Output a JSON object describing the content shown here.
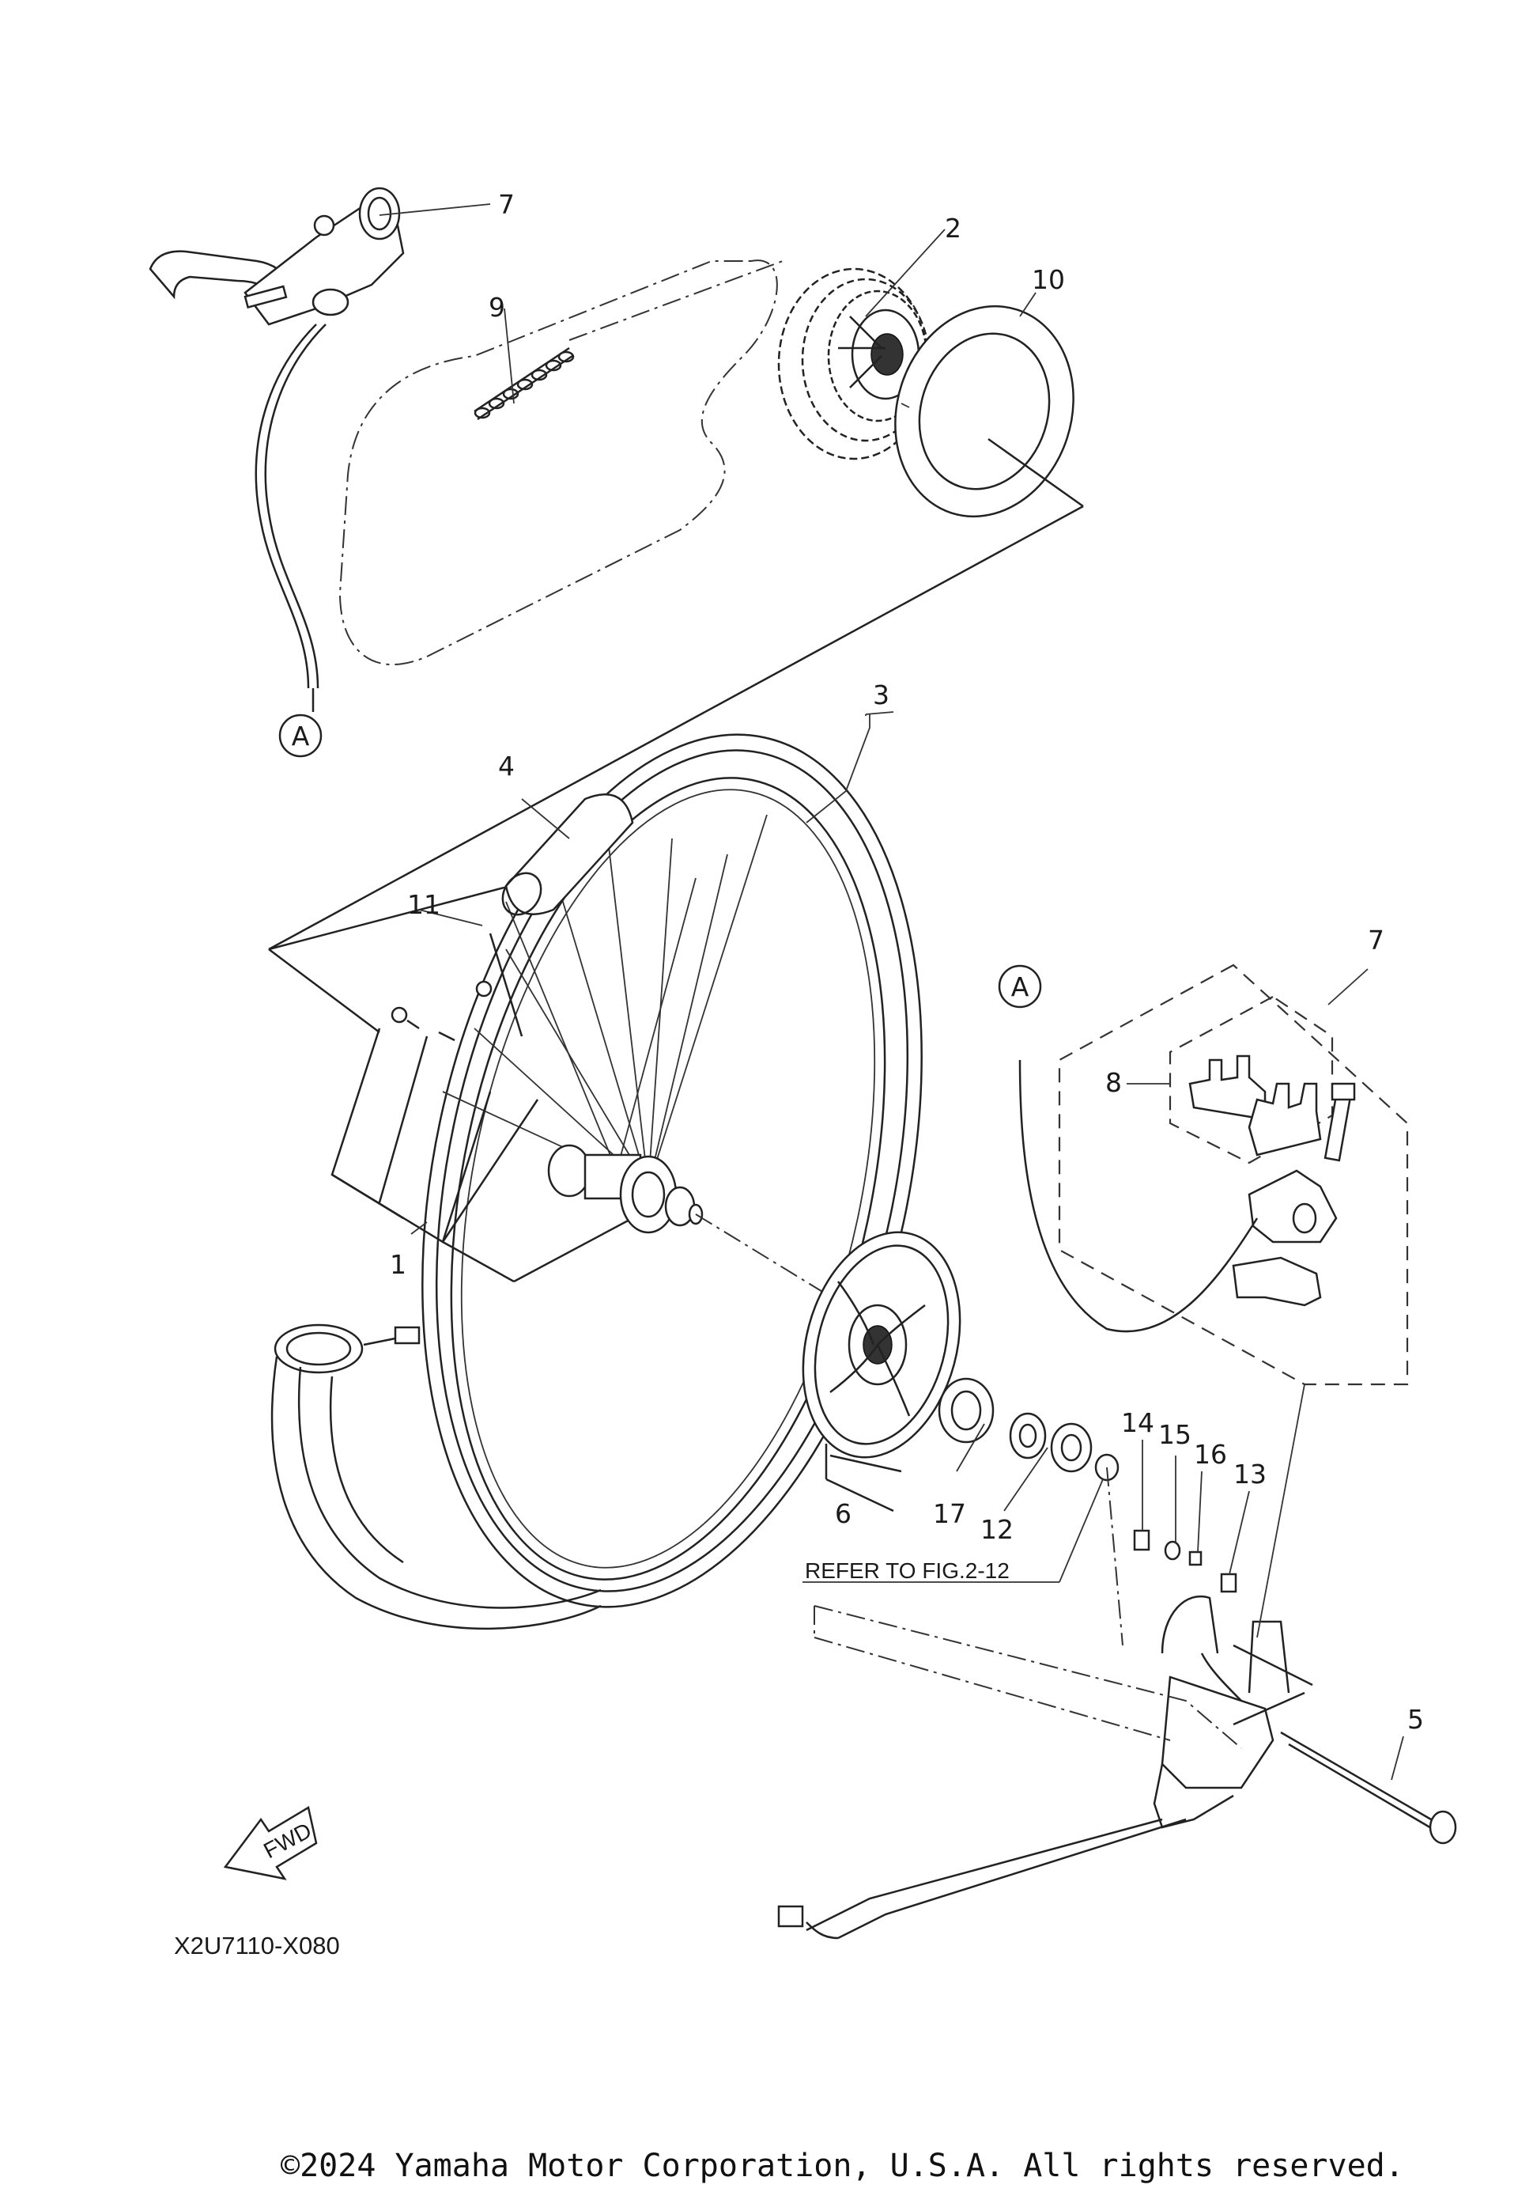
{
  "labels": {
    "l1": "1",
    "l2": "2",
    "l3": "3",
    "l4": "4",
    "l5": "5",
    "l6": "6",
    "l7a": "7",
    "l7b": "7",
    "l8": "8",
    "l9": "9",
    "l10": "10",
    "l11": "11",
    "l12": "12",
    "l13": "13",
    "l14": "14",
    "l15": "15",
    "l16": "16",
    "l17": "17"
  },
  "connector_a": "A",
  "refer_note": "REFER TO FIG.2-12",
  "fwd_label": "FWD",
  "diagram_code": "X2U7110-X080",
  "copyright": "©2024 Yamaha Motor Corporation, U.S.A. All rights reserved."
}
